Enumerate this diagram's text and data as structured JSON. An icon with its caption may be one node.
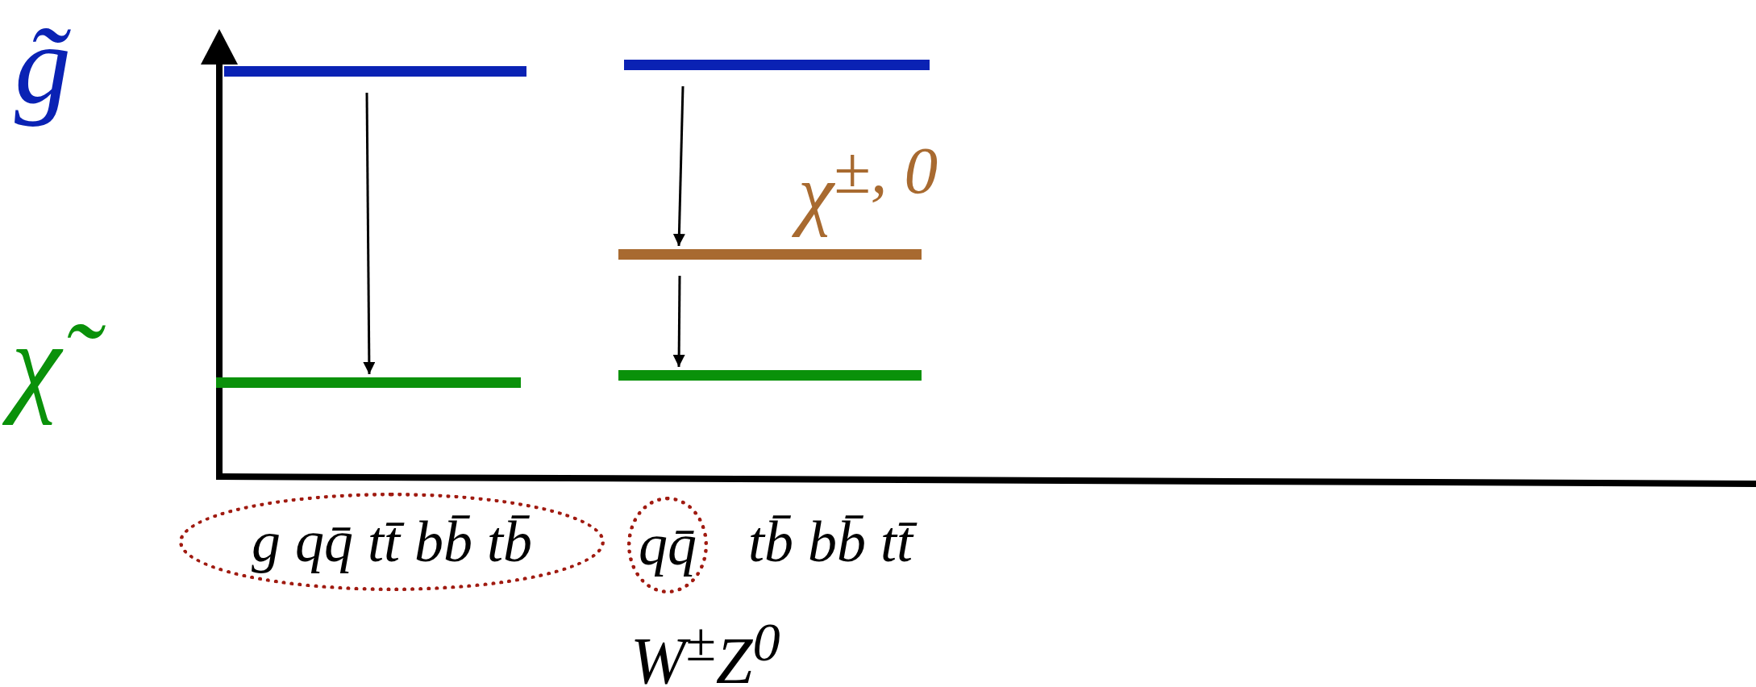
{
  "diagram": {
    "nodes": [
      {
        "text": [],
        "shape": "bar"
      },
      {
        "text": [],
        "shape": "bar"
      },
      {
        "text": [],
        "shape": "bar",
        "beside": [
          "χ$^{±, 0}$"
        ]
      },
      {
        "text": [],
        "shape": "bar"
      },
      {
        "text": [],
        "shape": "bar"
      },
      {
        "text": [
          "g qq̄ tt̄ bb̄ tb̄"
        ]
      },
      {
        "text": [
          "qq̄"
        ]
      }
    ],
    "edges": [
      {
        "from": 0,
        "to": 3,
        "arrow": "to"
      },
      {
        "from": 1,
        "to": 2,
        "arrow": "to"
      },
      {
        "from": 2,
        "to": 4,
        "arrow": "to"
      }
    ],
    "labels": [
      "g̃",
      "χ̃",
      "tb̄ bb̄ tt̄",
      "W$^{±}$Z$^{0}$"
    ]
  }
}
